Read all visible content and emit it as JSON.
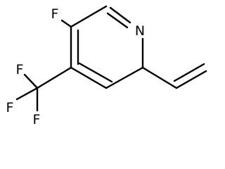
{
  "molecule": {
    "atoms": [
      {
        "id": "n1",
        "symbol": "N"
      },
      {
        "id": "f5",
        "symbol": "F"
      },
      {
        "id": "cf3_f_top",
        "symbol": "F"
      },
      {
        "id": "cf3_f_left",
        "symbol": "F"
      },
      {
        "id": "cf3_f_bottom",
        "symbol": "F"
      }
    ]
  }
}
